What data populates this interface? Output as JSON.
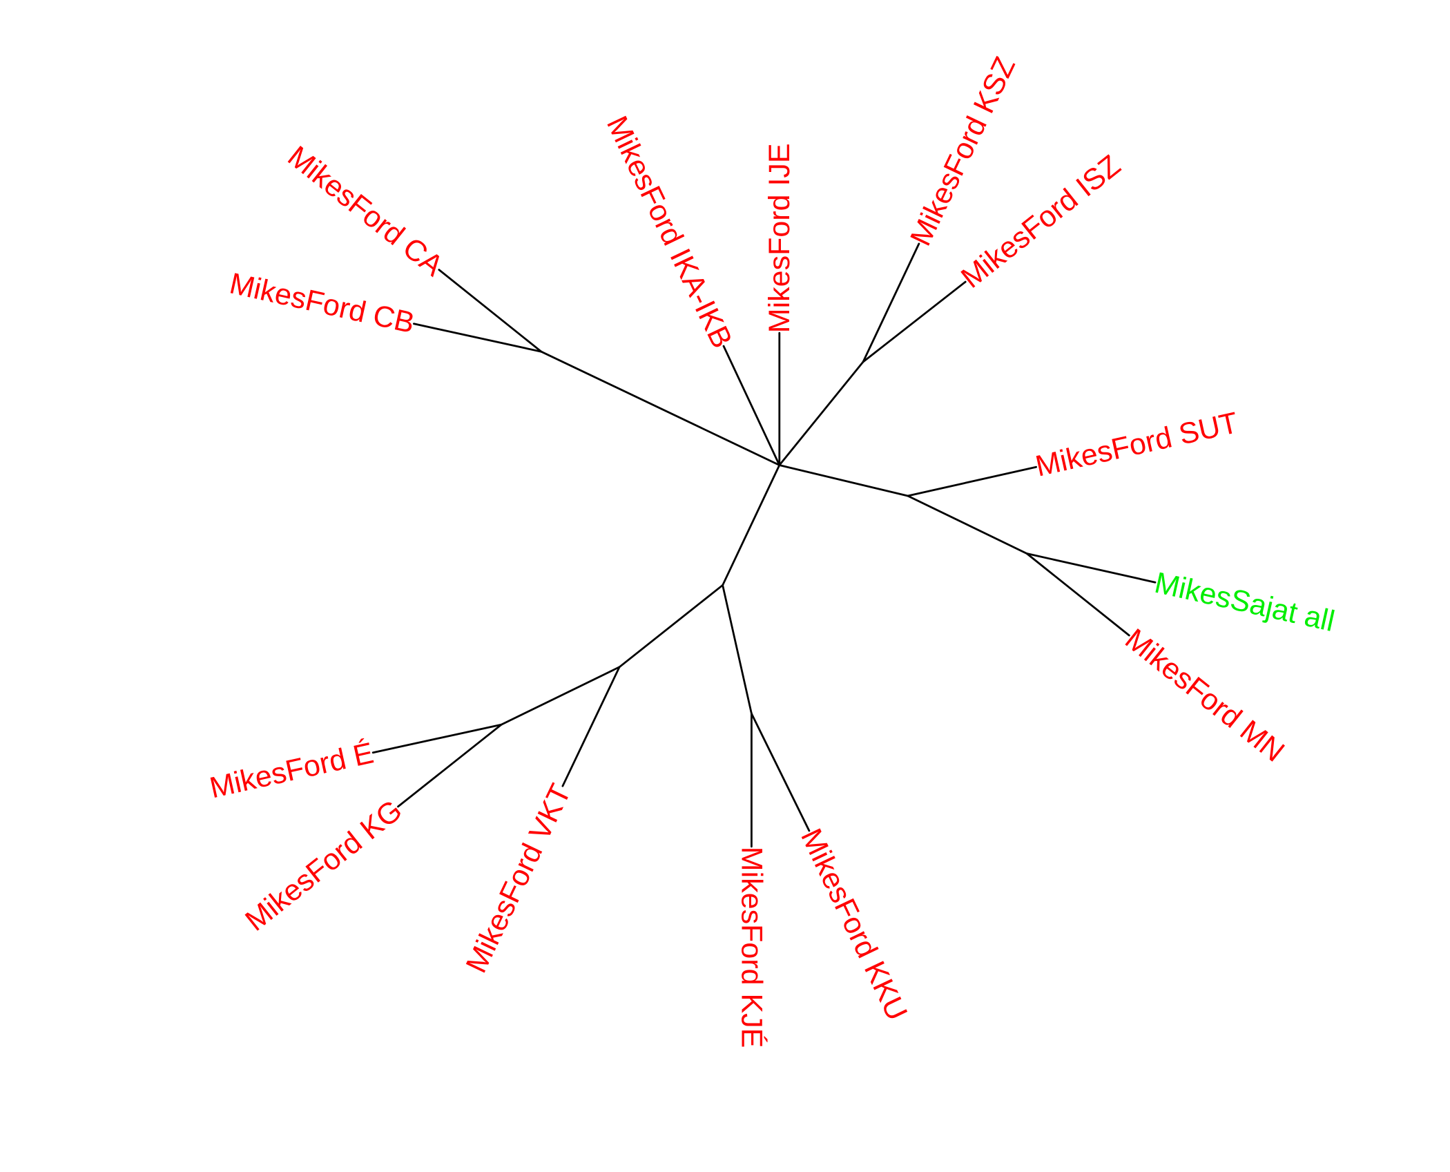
{
  "colors": {
    "branch": "#000000",
    "default_label": "#ff0000",
    "highlight_label": "#00ee00"
  },
  "tips": [
    {
      "id": "ca",
      "label": "MikesFord CA",
      "color": "#ff0000"
    },
    {
      "id": "cb",
      "label": "MikesFord CB",
      "color": "#ff0000"
    },
    {
      "id": "ika",
      "label": "MikesFord IKA-IKB",
      "color": "#ff0000"
    },
    {
      "id": "ije",
      "label": "MikesFord IJE",
      "color": "#ff0000"
    },
    {
      "id": "ksz",
      "label": "MikesFord KSZ",
      "color": "#ff0000"
    },
    {
      "id": "isz",
      "label": "MikesFord ISZ",
      "color": "#ff0000"
    },
    {
      "id": "sut",
      "label": "MikesFord SUT",
      "color": "#ff0000"
    },
    {
      "id": "sajat",
      "label": "MikesSajat all",
      "color": "#00ee00"
    },
    {
      "id": "mn",
      "label": "MikesFord MN",
      "color": "#ff0000"
    },
    {
      "id": "kku",
      "label": "MikesFord KKU",
      "color": "#ff0000"
    },
    {
      "id": "kje",
      "label": "MikesFord KJÉ",
      "color": "#ff0000"
    },
    {
      "id": "vkt",
      "label": "MikesFord VKT",
      "color": "#ff0000"
    },
    {
      "id": "kg",
      "label": "MikesFord KG",
      "color": "#ff0000"
    },
    {
      "id": "e",
      "label": "MikesFord É",
      "color": "#ff0000"
    }
  ]
}
